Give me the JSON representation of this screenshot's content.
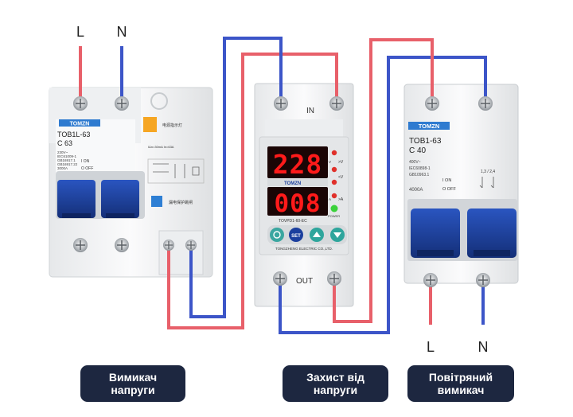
{
  "input_labels": {
    "line": "L",
    "neutral": "N"
  },
  "output_labels": {
    "line": "L",
    "neutral": "N"
  },
  "left_breaker": {
    "brand": "TOMZN",
    "model": "TOB1L-63",
    "rating": "C 63",
    "spec_lines": [
      "230V~",
      "IEC61009-1",
      "GB16917.1",
      "GB16917.22",
      "3000A"
    ],
    "on_label": "I ON",
    "off_label": "O OFF",
    "tag_text": "电源指示灯",
    "test_text": "I&n=30mA  In=63A",
    "button_text": "漏电保护跳闸"
  },
  "relay": {
    "in_label": "IN",
    "out_label": "OUT",
    "voltage_display": "228",
    "current_display": "008",
    "brand": "TOMZN",
    "model": "TOVPD1-60-EC",
    "maker": "TONGZHENG ELECTRIC CO.,LTD.",
    "led_labels": [
      ">V",
      "<V",
      "V",
      ">A",
      "A",
      "POWER"
    ],
    "button_set_label": "SET"
  },
  "right_breaker": {
    "brand": "TOMZN",
    "model": "TOB1-63",
    "rating": "C 40",
    "spec_lines": [
      "400V~",
      "IEC60898-1",
      "GB10963.1",
      "4000A"
    ],
    "on_label": "I ON",
    "off_label": "O OFF",
    "terminal_marks": "1,3 / 2,4"
  },
  "captions": {
    "left": [
      "Вимикач",
      "напруги"
    ],
    "middle": [
      "Захист від",
      "напруги"
    ],
    "right": [
      "Повітряний",
      "вимикач"
    ]
  },
  "colors": {
    "live_wire": "#e8606a",
    "neutral_wire": "#3c55c8",
    "display_bg": "#1a0505",
    "display_digits": "#ff1a1a",
    "breaker_lever": "#1b3f9e",
    "caption_bg": "#1d2740",
    "led_red": "#e0302a",
    "led_green": "#3ad13a"
  }
}
